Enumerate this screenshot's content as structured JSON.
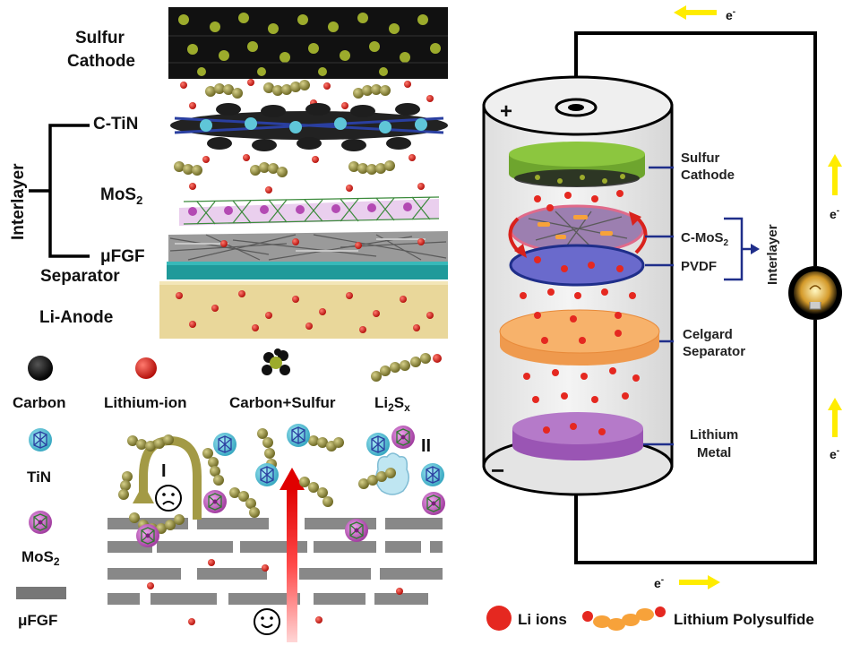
{
  "left": {
    "stack_labels": {
      "sulfur_cathode_line1": "Sulfur",
      "sulfur_cathode_line2": "Cathode",
      "c_tin": "C-TiN",
      "interlayer": "Interlayer",
      "mos2": "MoS",
      "mos2_sub": "2",
      "ufgf": "μFGF",
      "separator": "Separator",
      "li_anode": "Li-Anode"
    },
    "legend": {
      "carbon": "Carbon",
      "lithium_ion": "Lithium-ion",
      "carbon_sulfur": "Carbon+Sulfur",
      "li2sx_main": "Li",
      "li2sx_sub1": "2",
      "li2sx_s": "S",
      "li2sx_sub2": "x",
      "tin": "TiN",
      "mos2": "MoS",
      "mos2_sub": "2",
      "ufgf": "μFGF"
    },
    "mechanism_labels": {
      "path_one": "I",
      "path_two": "II"
    }
  },
  "right": {
    "cell_labels": {
      "plus": "+",
      "minus": "−",
      "sulfur_cathode_line1": "Sulfur",
      "sulfur_cathode_line2": "Cathode",
      "c_mos2": "C-MoS",
      "c_mos2_sub": "2",
      "pvdf": "PVDF",
      "interlayer": "Interlayer",
      "celgard_line1": "Celgard",
      "celgard_line2": "Separator",
      "lithium_metal_line1": "Lithium",
      "lithium_metal_line2": "Metal"
    },
    "circuit": {
      "electron_top": "e",
      "electron_right_upper": "e",
      "electron_right_lower": "e",
      "electron_bottom": "e",
      "electron_sup": "-"
    },
    "legend": {
      "li_ions": "Li ions",
      "lithium_polysulfide": "Lithium Polysulfide"
    }
  },
  "colors": {
    "li_red": "#d9221c",
    "polysulfide": "#8f8a3c",
    "tin_cyan": "#5fc6d8",
    "mos2_magenta": "#c862c8",
    "separator_teal": "#1f9a9a",
    "anode_beige": "#e9d79a",
    "graphene_gray": "#8a8a8a",
    "cathode_green": "#8cc63f",
    "pvdf_blue": "#6a6acc",
    "celgard_orange": "#f7b26b",
    "li_metal_purple": "#b57ac9",
    "arrow_yellow": "#ffec00",
    "label_blue": "#1f2e8a"
  }
}
